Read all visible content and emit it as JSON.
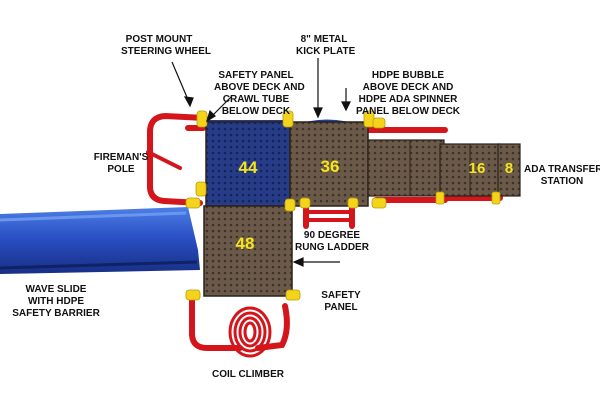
{
  "labels": {
    "steering_wheel": [
      "POST MOUNT",
      "STEERING WHEEL"
    ],
    "kick_plate": [
      "8\" METAL",
      "KICK PLATE"
    ],
    "safety_panel_crawl": [
      "SAFETY PANEL",
      "ABOVE DECK AND",
      "CRAWL TUBE",
      "BELOW DECK"
    ],
    "hdpe_bubble": [
      "HDPE BUBBLE",
      "ABOVE DECK AND",
      "HDPE ADA SPINNER",
      "PANEL BELOW DECK"
    ],
    "firemans_pole": [
      "FIREMAN'S",
      "POLE"
    ],
    "ada_transfer": [
      "ADA TRANSFER",
      "STATION"
    ],
    "rung_ladder": [
      "90 DEGREE",
      "RUNG LADDER"
    ],
    "wave_slide": [
      "WAVE SLIDE",
      "WITH HDPE",
      "SAFETY BARRIER"
    ],
    "safety_panel": [
      "SAFETY",
      "PANEL"
    ],
    "coil_climber": [
      "COIL CLIMBER"
    ]
  },
  "decks": {
    "d44": "44",
    "d36": "36",
    "d48": "48",
    "d16": "16",
    "d8": "8"
  },
  "colors": {
    "deck": "#6b5a4a",
    "deck_hole": "#3f3328",
    "red_rail": "#d4161c",
    "yellow_clamp": "#f3d41a",
    "blue_slide": "#2d55c8",
    "blue_panel": "#1f3a8f",
    "number": "#f6e51a"
  }
}
